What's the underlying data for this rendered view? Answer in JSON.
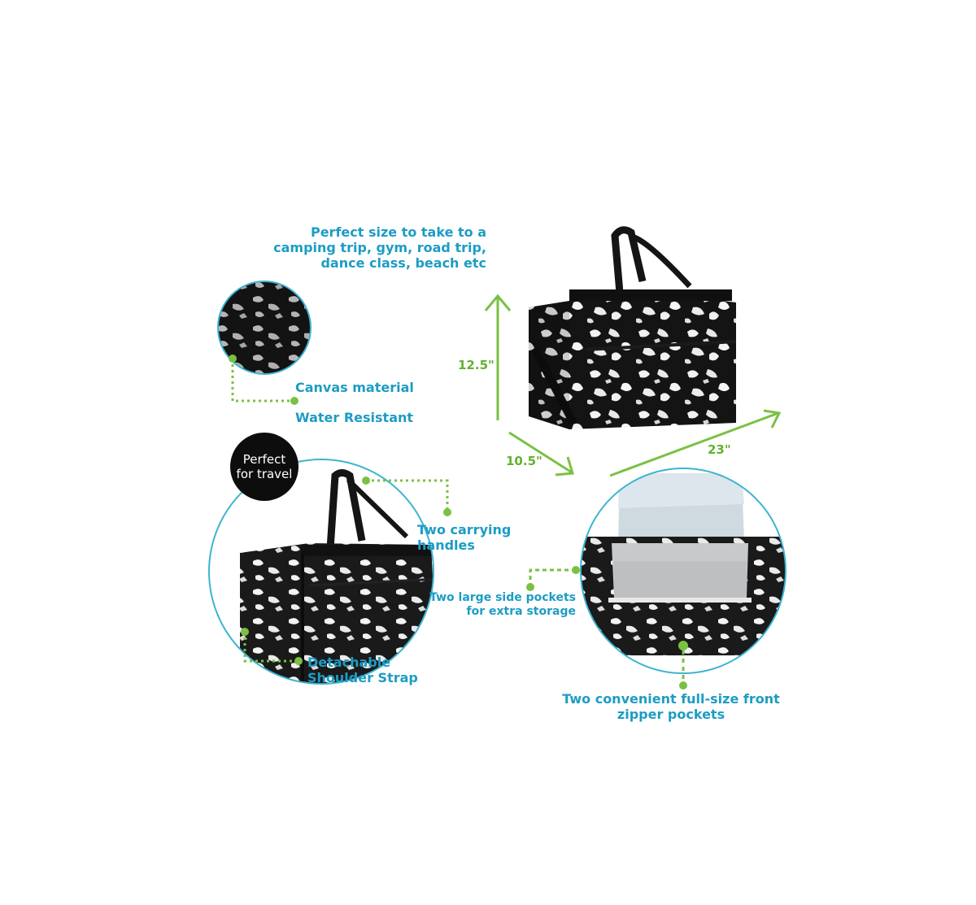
{
  "headline": {
    "lines": [
      "Perfect size to take to a",
      "camping trip, gym, road trip,",
      "dance class, beach etc"
    ]
  },
  "dimensions": {
    "height": "12.5\"",
    "depth": "10.5\"",
    "width": "23\""
  },
  "features": {
    "material": "Canvas material",
    "water": "Water Resistant",
    "handles": [
      "Two carrying",
      "handles"
    ],
    "strap": [
      "Detachable",
      "Shoulder Strap"
    ],
    "side_pockets": [
      "Two large side pockets",
      "for extra storage"
    ],
    "front_pockets": [
      "Two convenient full-size front",
      "zipper pockets"
    ]
  },
  "badge": {
    "lines": [
      "Perfect",
      "for travel"
    ]
  },
  "colors": {
    "text_teal": "#1d9cc4",
    "accent_green": "#7ac143",
    "circle_border": "#3db4cf",
    "bag_black": "#141414",
    "badge_black": "#0d0d0d"
  }
}
